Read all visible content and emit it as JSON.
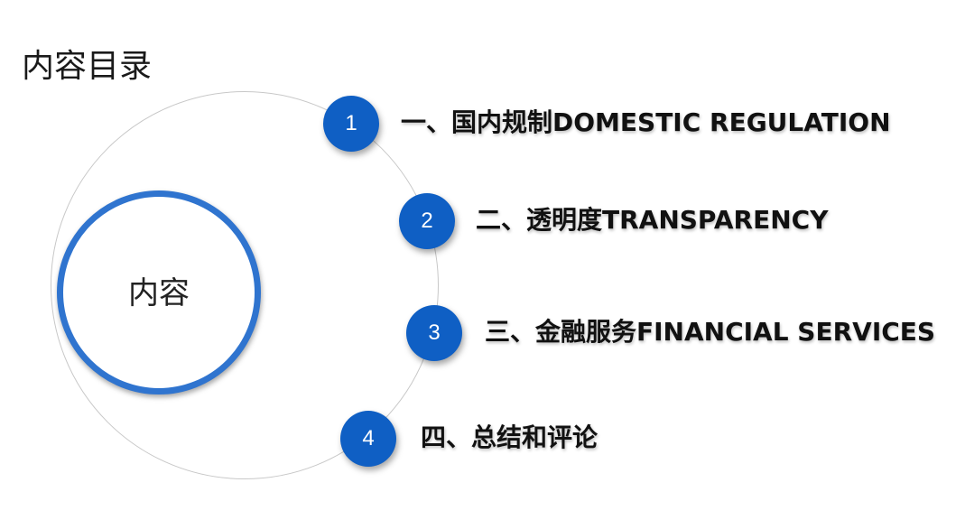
{
  "title": "内容目录",
  "center_label": "内容",
  "items": [
    {
      "number": "1",
      "label": "一、国内规制DOMESTIC REGULATION"
    },
    {
      "number": "2",
      "label": "二、透明度TRANSPARENCY"
    },
    {
      "number": "3",
      "label": "三、金融服务FINANCIAL SERVICES"
    },
    {
      "number": "4",
      "label": "四、总结和评论"
    }
  ],
  "colors": {
    "accent": "#0f5fc4",
    "ring": "#2f74cf",
    "outline": "#c8c8c8"
  }
}
